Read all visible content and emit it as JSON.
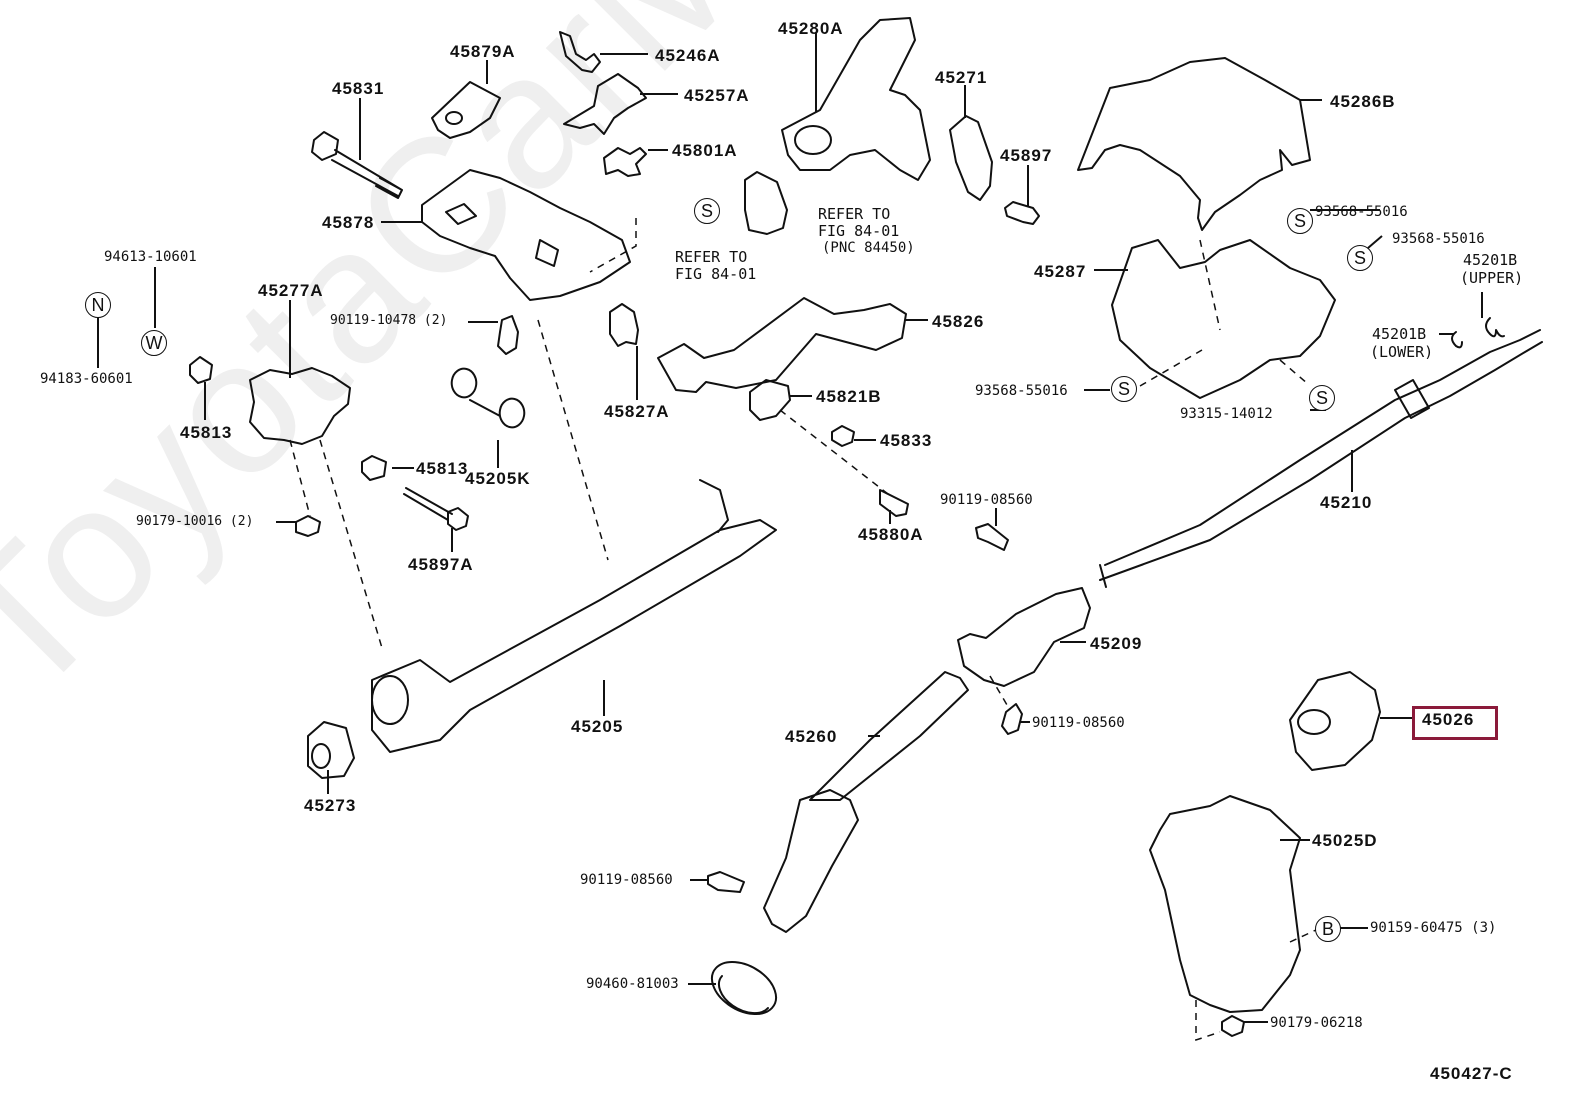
{
  "watermark": "ToyotaCarMine.ru",
  "figure_code": "450427-C",
  "highlighted_part": "45026",
  "highlight_color": "#8b1a3a",
  "refer_notes": {
    "left": {
      "line1": "REFER TO",
      "line2": "FIG 84-01"
    },
    "right": {
      "line1": "REFER TO",
      "line2": "FIG 84-01",
      "line3": "(PNC 84450)"
    }
  },
  "symbols": {
    "S": "S",
    "N": "N",
    "W": "W",
    "B": "B"
  },
  "parts": {
    "p45879A": "45879A",
    "p45831": "45831",
    "p45878": "45878",
    "p45246A": "45246A",
    "p45257A": "45257A",
    "p45801A": "45801A",
    "p45280A": "45280A",
    "p45271": "45271",
    "p45897": "45897",
    "p45286B": "45286B",
    "p93568a": "93568-55016",
    "p93568b": "93568-55016",
    "p93568c": "93568-55016",
    "p93315": "93315-14012",
    "p45287": "45287",
    "p45201B_upper": "45201B",
    "upper": "(UPPER)",
    "p45201B_lower": "45201B",
    "lower": "(LOWER)",
    "p94613": "94613-10601",
    "p94183": "94183-60601",
    "p45277A": "45277A",
    "p45813a": "45813",
    "p45813b": "45813",
    "p90119_10478": "90119-10478 (2)",
    "p45205K": "45205K",
    "p45897A": "45897A",
    "p90179_10016": "90179-10016 (2)",
    "p45826": "45826",
    "p45827A": "45827A",
    "p45821B": "45821B",
    "p45833": "45833",
    "p45880A": "45880A",
    "p90119_08560a": "90119-08560",
    "p45210": "45210",
    "p45209": "45209",
    "p90119_08560b": "90119-08560",
    "p45205": "45205",
    "p45273": "45273",
    "p45260": "45260",
    "p90119_08560c": "90119-08560",
    "p90460": "90460-81003",
    "p45026": "45026",
    "p45025D": "45025D",
    "p90159": "90159-60475 (3)",
    "p90179_06218": "90179-06218"
  }
}
